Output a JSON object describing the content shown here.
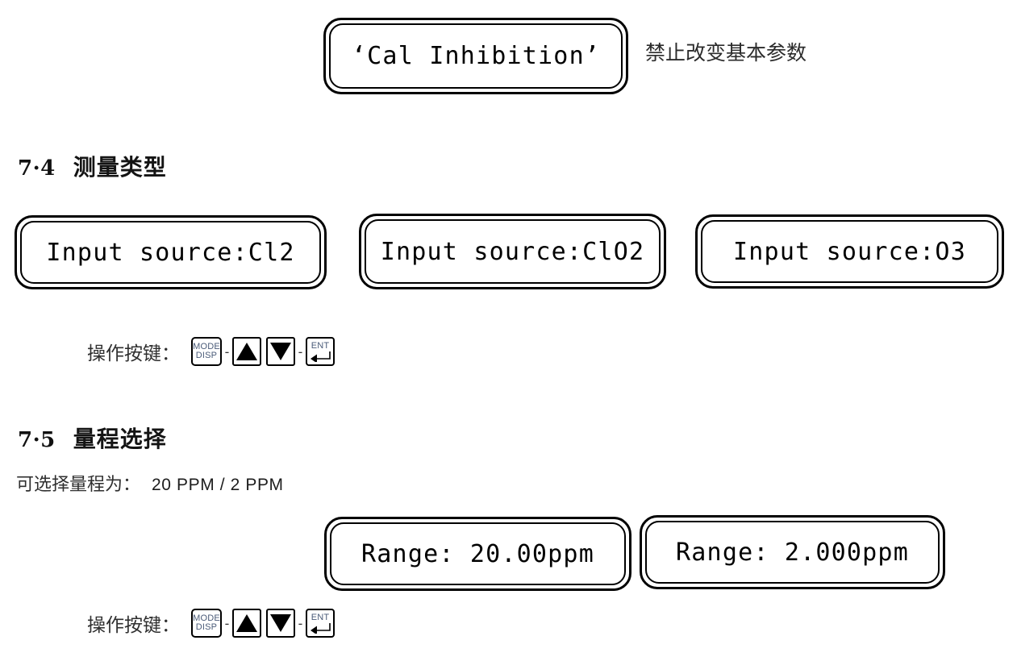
{
  "page": {
    "background": "#ffffff",
    "text_color": "#1a1a1a"
  },
  "cal_inhibition": {
    "display_text": "‘Cal Inhibition’",
    "annotation": "禁止改变基本参数"
  },
  "section_74": {
    "number": "7·4",
    "title": "测量类型",
    "displays": [
      {
        "text": "Input source:Cl2"
      },
      {
        "text": "Input source:ClO2"
      },
      {
        "text": "Input source:O3"
      }
    ],
    "key_row": {
      "label": "操作按键：",
      "separator": "-",
      "keys": [
        {
          "name": "mode-disp-key",
          "line1": "MODE",
          "line2": "DISP",
          "type": "text"
        },
        {
          "name": "up-arrow-key",
          "glyph": "▲",
          "type": "arrow-up"
        },
        {
          "name": "down-arrow-key",
          "glyph": "▼",
          "type": "arrow-down"
        },
        {
          "name": "enter-key",
          "line1": "ENT",
          "type": "enter"
        }
      ]
    }
  },
  "section_75": {
    "number": "7·5",
    "title": "量程选择",
    "body_label": "可选择量程为：",
    "body_value": "20 PPM / 2 PPM",
    "displays": [
      {
        "text": "Range: 20.00ppm"
      },
      {
        "text": "Range: 2.000ppm"
      }
    ],
    "key_row": {
      "label": "操作按键：",
      "separator": "-",
      "keys": [
        {
          "name": "mode-disp-key",
          "line1": "MODE",
          "line2": "DISP",
          "type": "text"
        },
        {
          "name": "up-arrow-key",
          "glyph": "▲",
          "type": "arrow-up"
        },
        {
          "name": "down-arrow-key",
          "glyph": "▼",
          "type": "arrow-down"
        },
        {
          "name": "enter-key",
          "line1": "ENT",
          "type": "enter"
        }
      ]
    }
  }
}
